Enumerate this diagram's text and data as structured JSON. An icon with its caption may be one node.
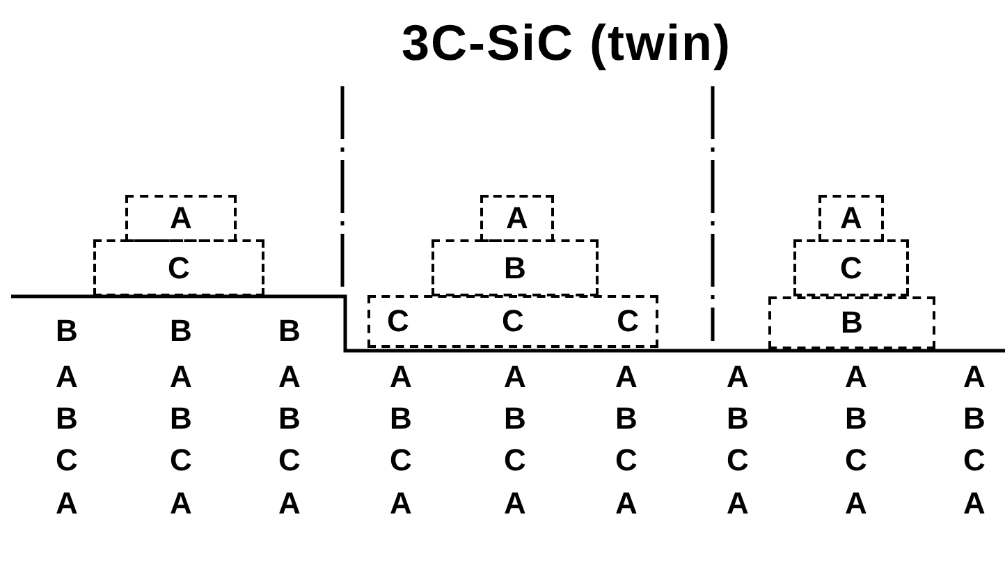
{
  "diagram": {
    "title": "3C-SiC (twin)",
    "nodes": [
      {
        "text": [
          "A"
        ]
      },
      {
        "text": [
          "C"
        ]
      },
      {
        "text": [
          "A"
        ]
      },
      {
        "text": [
          "B"
        ]
      },
      {
        "text": [
          "C",
          "C",
          "C"
        ]
      },
      {
        "text": [
          "A"
        ]
      },
      {
        "text": [
          "C"
        ]
      },
      {
        "text": [
          "B"
        ]
      }
    ],
    "labels": [
      "B",
      "B",
      "B",
      "A",
      "A",
      "A",
      "A",
      "A",
      "A",
      "A",
      "A",
      "A",
      "B",
      "B",
      "B",
      "B",
      "B",
      "B",
      "B",
      "B",
      "B",
      "C",
      "C",
      "C",
      "C",
      "C",
      "C",
      "C",
      "C",
      "C",
      "A",
      "A",
      "A",
      "A",
      "A",
      "A",
      "A",
      "A",
      "A"
    ]
  }
}
